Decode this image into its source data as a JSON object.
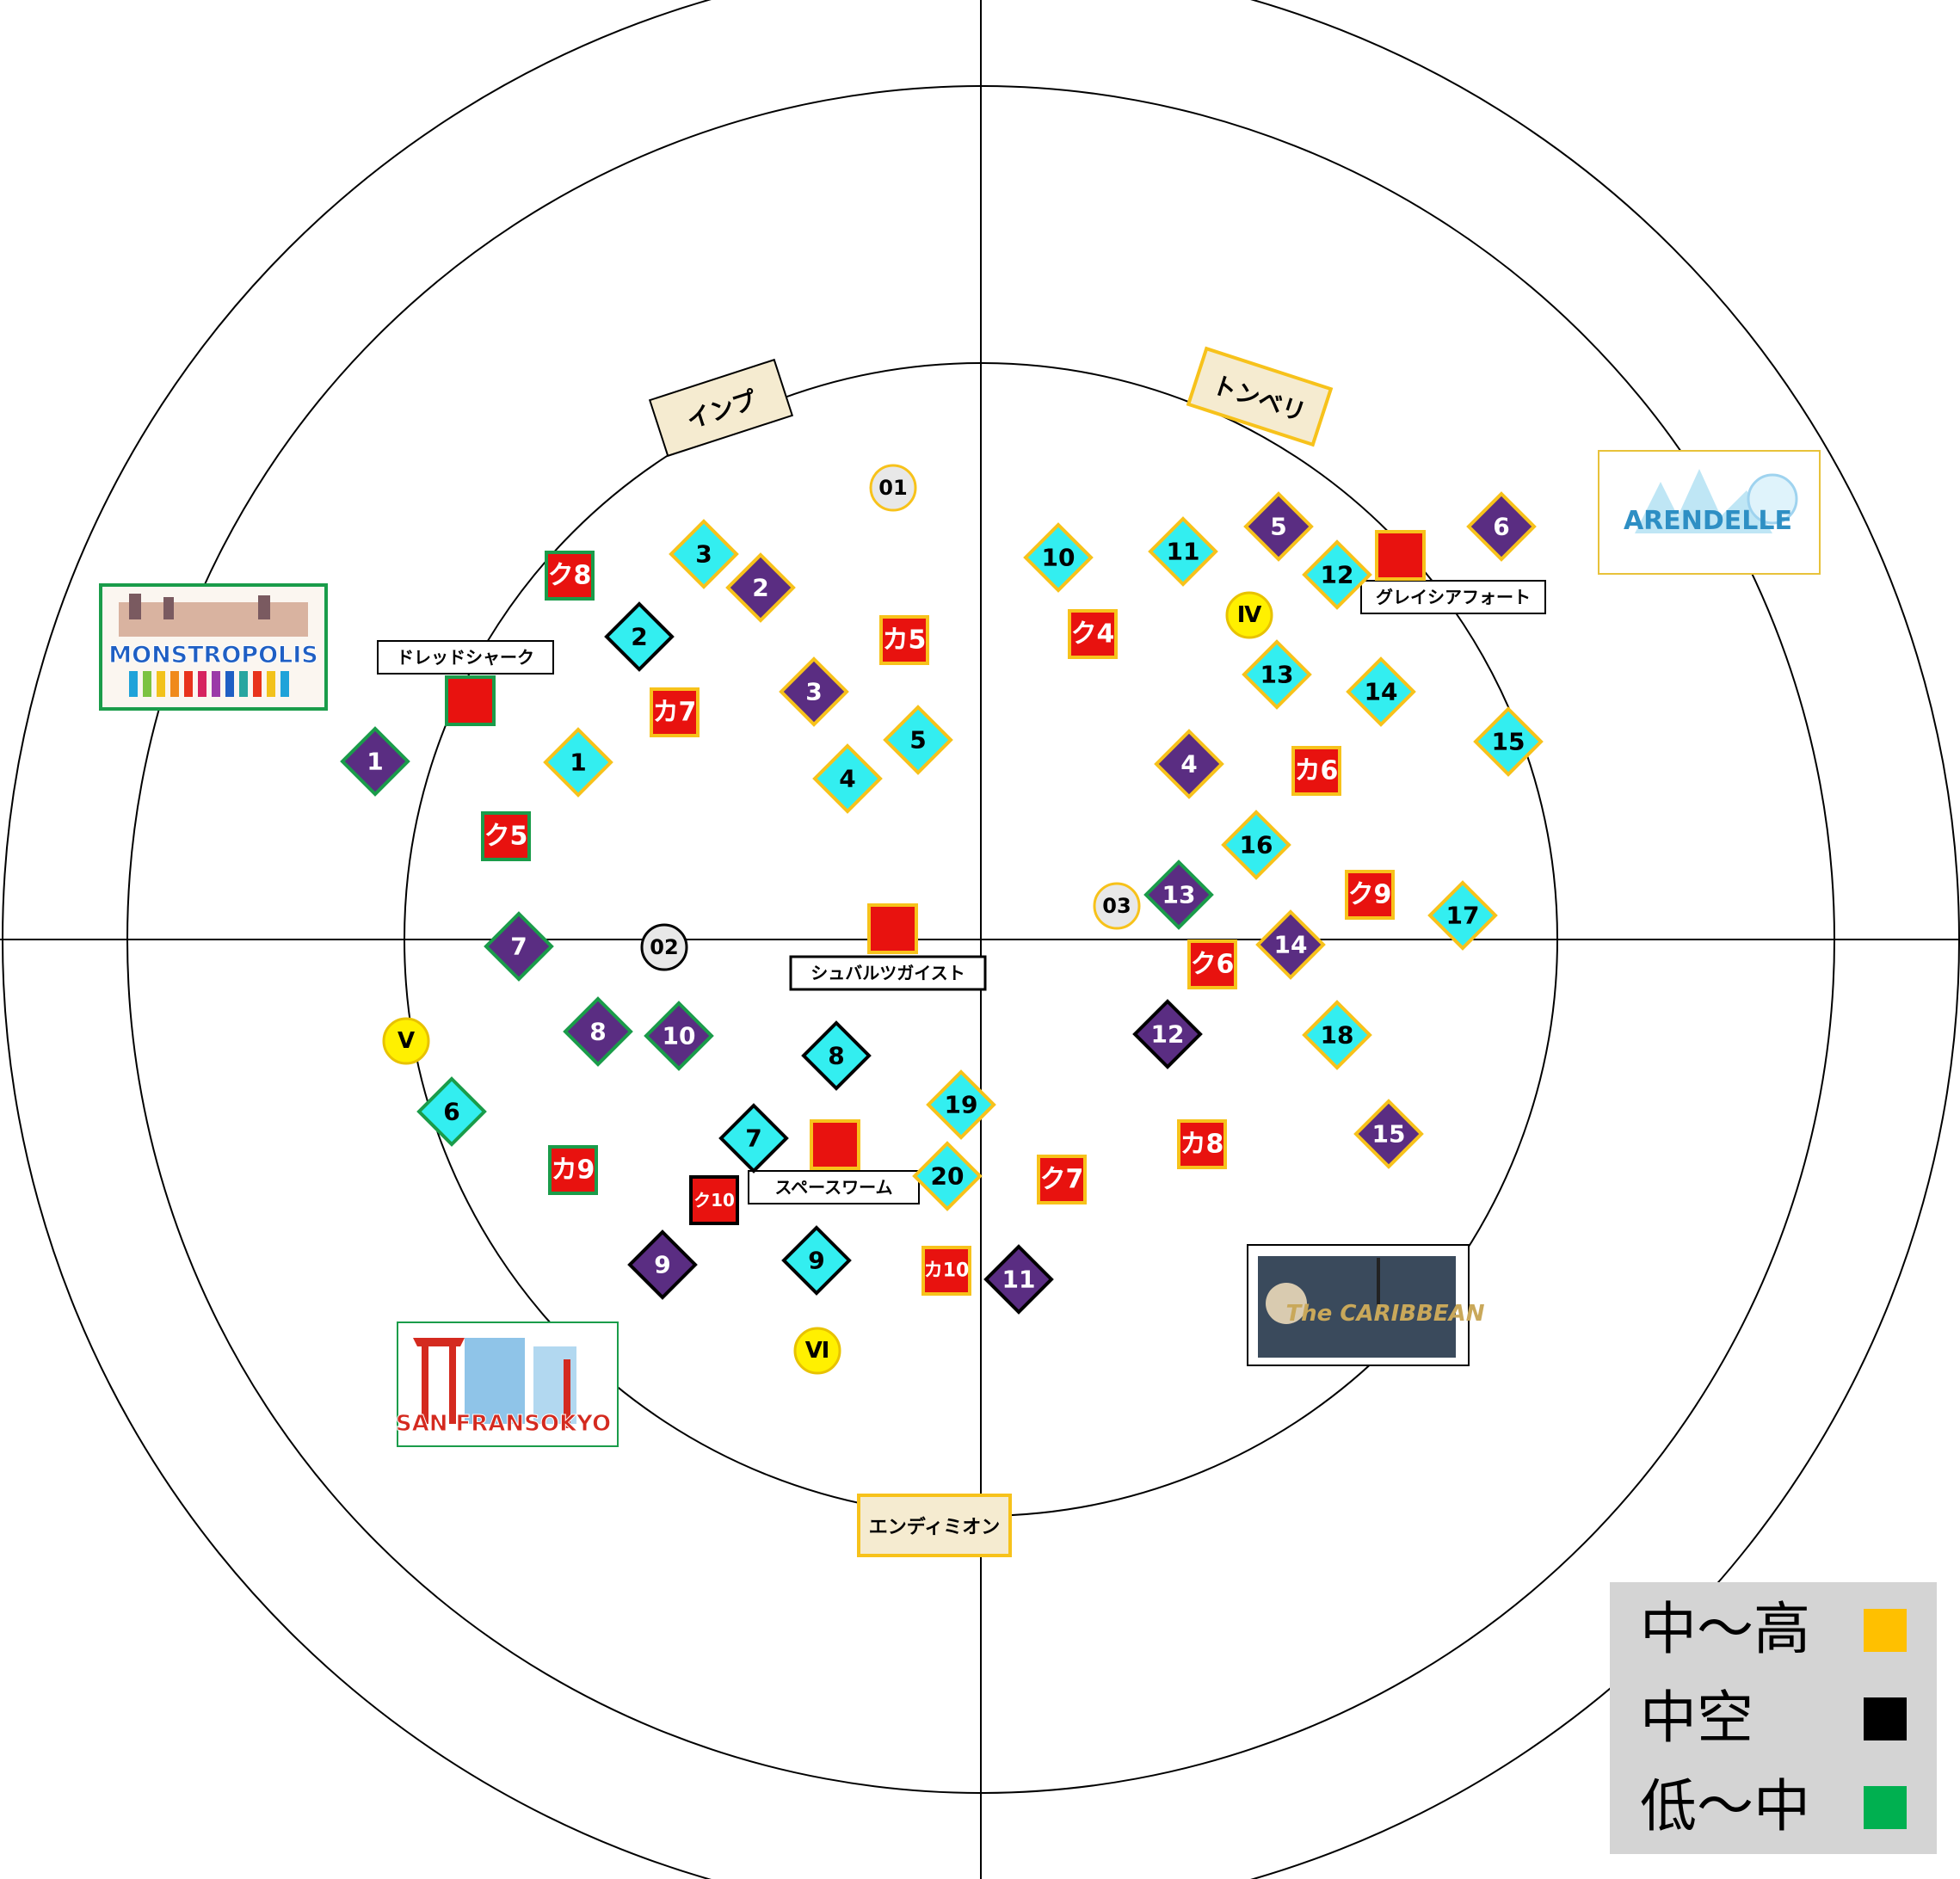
{
  "colors": {
    "purple": "#5a2d82",
    "cyan": "#33eef0",
    "red": "#e8120f",
    "gold": "#f7c21b",
    "green": "#1a9c4a",
    "black": "#000000",
    "yellow": "#fff000",
    "tag_bg": "#f5ebd0",
    "legend_bg": "#d4d4d4",
    "sample_gray": "#e8e8e8"
  },
  "areas": [
    {
      "label": "インプ",
      "rot": -18
    },
    {
      "label": "トンベリ",
      "rot": 18
    },
    {
      "label": "エンディミオン",
      "rot": 0
    }
  ],
  "boss_labels": [
    {
      "label": "ドレッドシャーク"
    },
    {
      "label": "グレイシアフォート"
    },
    {
      "label": "シュバルツガイスト"
    },
    {
      "label": "スペースワーム"
    }
  ],
  "worlds": [
    {
      "name": "MONSTROPOLIS"
    },
    {
      "name": "ARENDELLE"
    },
    {
      "name": "SAN FRANSOKYO"
    },
    {
      "name": "The CARIBBEAN"
    }
  ],
  "purple_markers": [
    "1",
    "2",
    "3",
    "4",
    "5",
    "6",
    "7",
    "8",
    "9",
    "10",
    "11",
    "12",
    "13",
    "14",
    "15"
  ],
  "cyan_markers": [
    "1",
    "2",
    "3",
    "4",
    "5",
    "6",
    "7",
    "8",
    "9",
    "10",
    "11",
    "12",
    "13",
    "14",
    "15",
    "16",
    "17",
    "18",
    "19",
    "20"
  ],
  "red_markers": [
    "ク8",
    "ク5",
    "カ5",
    "カ7",
    "ク4",
    "カ6",
    "ク9",
    "ク6",
    "カ8",
    "ク7",
    "カ9",
    "ク10",
    "カ10"
  ],
  "numbered_points": [
    "01",
    "02",
    "03"
  ],
  "roman_points": [
    "Ⅳ",
    "Ⅴ",
    "Ⅵ"
  ],
  "legend": [
    {
      "label": "中～高",
      "color": "#ffc000"
    },
    {
      "label": "中空",
      "color": "#000000"
    },
    {
      "label": "低～中",
      "color": "#00b050"
    }
  ]
}
